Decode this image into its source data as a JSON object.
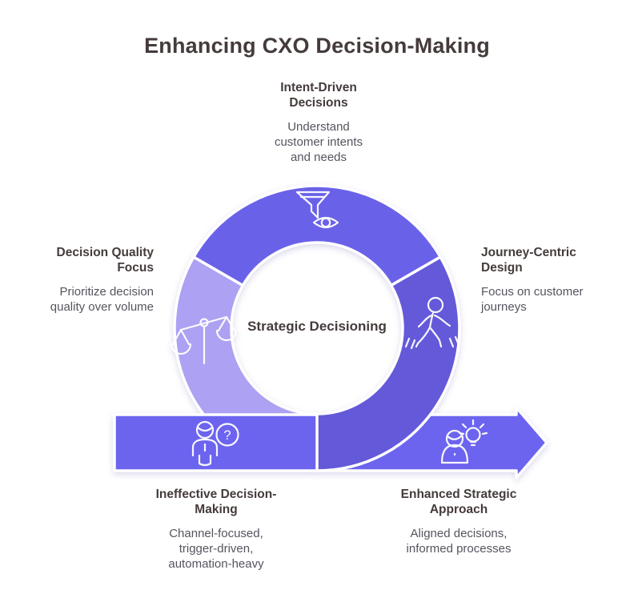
{
  "title": "Enhancing CXO Decision-Making",
  "center_label": "Strategic Decisioning",
  "nodes": {
    "intent": {
      "heading": "Intent-Driven\nDecisions",
      "body": "Understand\ncustomer intents\nand needs",
      "icon": "funnel-eye-icon"
    },
    "quality": {
      "heading": "Decision Quality\nFocus",
      "body": "Prioritize decision\nquality over volume",
      "icon": "balance-scale-icon"
    },
    "journey": {
      "heading": "Journey-Centric\nDesign",
      "body": "Focus on customer\njourneys",
      "icon": "walking-person-icon"
    },
    "ineffective": {
      "heading": "Ineffective Decision-\nMaking",
      "body": "Channel-focused,\ntrigger-driven,\nautomation-heavy",
      "icon": "person-question-icon"
    },
    "enhanced": {
      "heading": "Enhanced Strategic\nApproach",
      "body": "Aligned decisions,\ninformed processes",
      "icon": "person-lightbulb-icon"
    }
  },
  "icons": {
    "question_glyph": "?"
  },
  "colors": {
    "segment_top": "#6A61E9",
    "segment_left": "#ACA1F3",
    "segment_right": "#6459D9",
    "arrow_band": "#6C64EF",
    "heading_text": "#453B3B",
    "body_text": "#57535F",
    "icon_stroke": "#FFFFFF"
  }
}
